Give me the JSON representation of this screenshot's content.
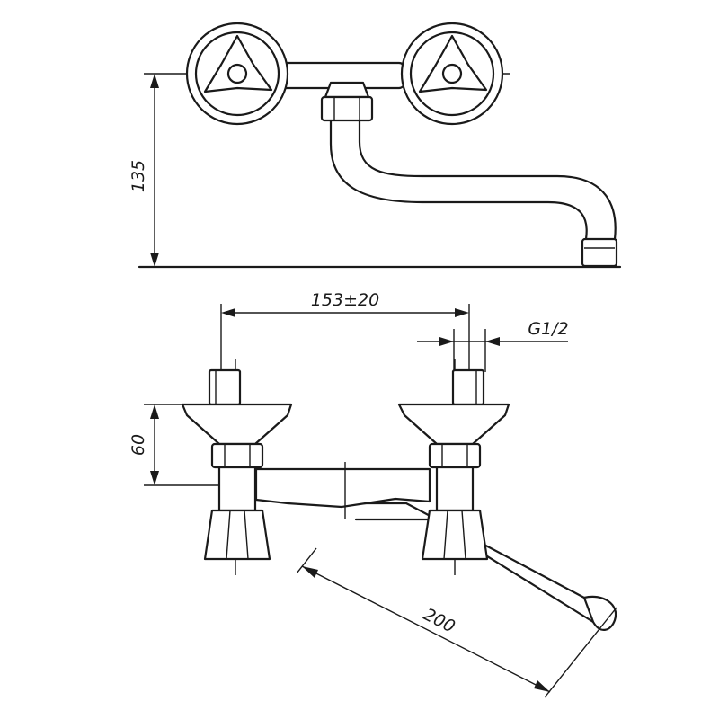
{
  "dimensions": {
    "height_to_spout": "135",
    "center_distance": "153±20",
    "thread_size": "G1/2",
    "inlet_height": "60",
    "spout_length": "200"
  },
  "colors": {
    "line": "#1a1a1a",
    "background": "#ffffff"
  }
}
